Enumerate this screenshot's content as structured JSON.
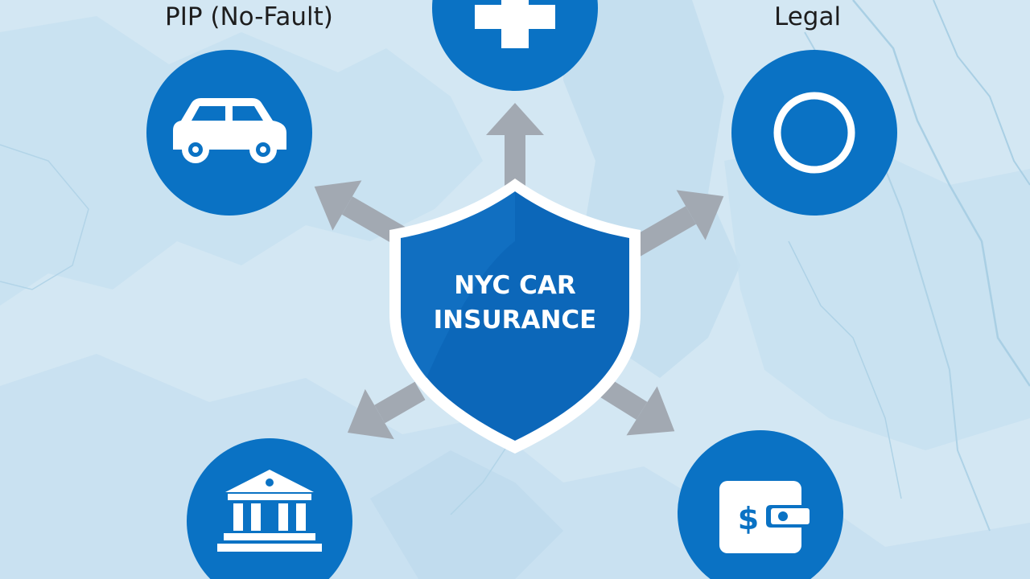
{
  "diagram": {
    "title_line1": "NYC CAR",
    "title_line2": "INSURANCE",
    "nodes": [
      {
        "id": "pip",
        "label": "PIP (No-Fault)",
        "icon": "car-icon"
      },
      {
        "id": "medical",
        "label": "",
        "icon": "medical-cross-icon"
      },
      {
        "id": "legal",
        "label": "Legal",
        "icon": "circle-icon"
      },
      {
        "id": "bank",
        "label": "",
        "icon": "bank-icon"
      },
      {
        "id": "wallet",
        "label": "",
        "icon": "wallet-icon"
      }
    ],
    "wallet_symbol": "$"
  },
  "colors": {
    "background": "#d3e7f3",
    "map_land": "#bdd9ec",
    "map_lines": "#a9cfe4",
    "node_blue": "#0a72c4",
    "shield_blue": "#0c67b9",
    "arrow_gray": "#a2a9b2",
    "text_dark": "#1d1d1d"
  }
}
